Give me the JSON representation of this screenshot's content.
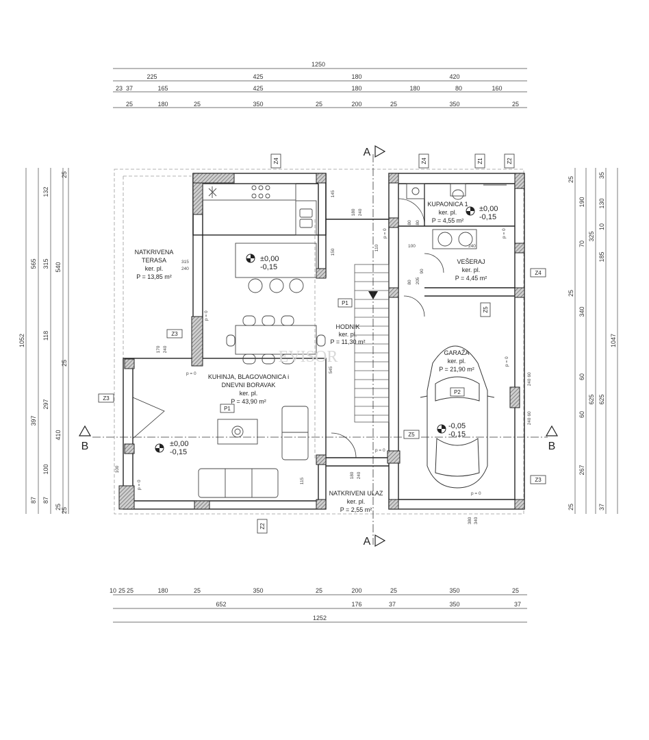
{
  "dims": {
    "top": {
      "row1": [
        "1250"
      ],
      "row2": [
        "225",
        "425",
        "180",
        "420"
      ],
      "row3": [
        "23",
        "37",
        "165",
        "425",
        "180",
        "180",
        "80",
        "160"
      ],
      "row4": [
        "25",
        "180",
        "25",
        "350",
        "25",
        "200",
        "25",
        "350",
        "25"
      ]
    },
    "bottom": {
      "row1": [
        "10",
        "25",
        "25",
        "180",
        "25",
        "350",
        "25",
        "200",
        "25",
        "350",
        "25"
      ],
      "row2": [
        "652",
        "176",
        "37",
        "350",
        "37"
      ],
      "row3": [
        "1252"
      ]
    },
    "left": {
      "col1": [
        "1052"
      ],
      "col2": [
        "565",
        "397",
        "87"
      ],
      "col3": [
        "132",
        "315",
        "118",
        "297",
        "100",
        "87"
      ],
      "col4": [
        "540",
        "410",
        "25"
      ],
      "col5": [
        "25",
        "25",
        "25"
      ]
    },
    "right": {
      "col1": [
        "25",
        "25",
        "25",
        "25"
      ],
      "col2": [
        "190",
        "70",
        "340",
        "60",
        "60",
        "267"
      ],
      "col3": [
        "325",
        "625"
      ],
      "col4": [
        "35",
        "130",
        "10",
        "185",
        "625",
        "37"
      ],
      "col5": [
        "1047"
      ]
    },
    "inner": [
      "145",
      "150",
      "315",
      "240",
      "180",
      "240",
      "110",
      "545",
      "115",
      "180",
      "240",
      "170",
      "240",
      "100",
      "240",
      "90",
      "205",
      "80",
      "60",
      "240",
      "60",
      "240",
      "380",
      "340",
      "100",
      "80",
      "80"
    ]
  },
  "rooms": {
    "terasa": {
      "name1": "NATKRIVENA",
      "name2": "TERASA",
      "floor": "ker. pl.",
      "area": "P = 13,85 m²"
    },
    "kuhinja": {
      "name1": "KUHINJA, BLAGOVAONICA i",
      "name2": "DNEVNI BORAVAK",
      "floor": "ker. pl.",
      "area": "P = 43,90 m²"
    },
    "hodnik": {
      "name1": "HODNIK",
      "floor": "ker. pl.",
      "area": "P = 11,30 m²"
    },
    "kupaonica": {
      "name1": "KUPAONICA 1",
      "floor": "ker. pl.",
      "area": "P = 4,55 m²"
    },
    "veseraj": {
      "name1": "VEŠERAJ",
      "floor": "ker. pl.",
      "area": "P = 4,45 m²"
    },
    "garaza": {
      "name1": "GARAŽA",
      "floor": "ker. pl.",
      "area": "P = 21,90 m²"
    },
    "ulaz": {
      "name1": "NATKRIVENI ULAZ",
      "floor": "ker. pl.",
      "area": "P = 2,55 m²"
    }
  },
  "levels": {
    "kitchen": {
      "a": "±0,00",
      "b": "-0,15"
    },
    "terrace": {
      "a": "±0,00",
      "b": "-0,15"
    },
    "bath": {
      "a": "±0,00",
      "b": "-0,15"
    },
    "garage": {
      "a": "-0,05",
      "b": "-0,15"
    }
  },
  "tags": {
    "z1": "Z1",
    "z2": "Z2",
    "z3": "Z3",
    "z4": "Z4",
    "z5": "Z5",
    "p1": "P1",
    "p2": "P2",
    "pe0": "p = 0"
  },
  "sections": {
    "a": "A",
    "b": "B"
  },
  "watermark": "EVISOR"
}
